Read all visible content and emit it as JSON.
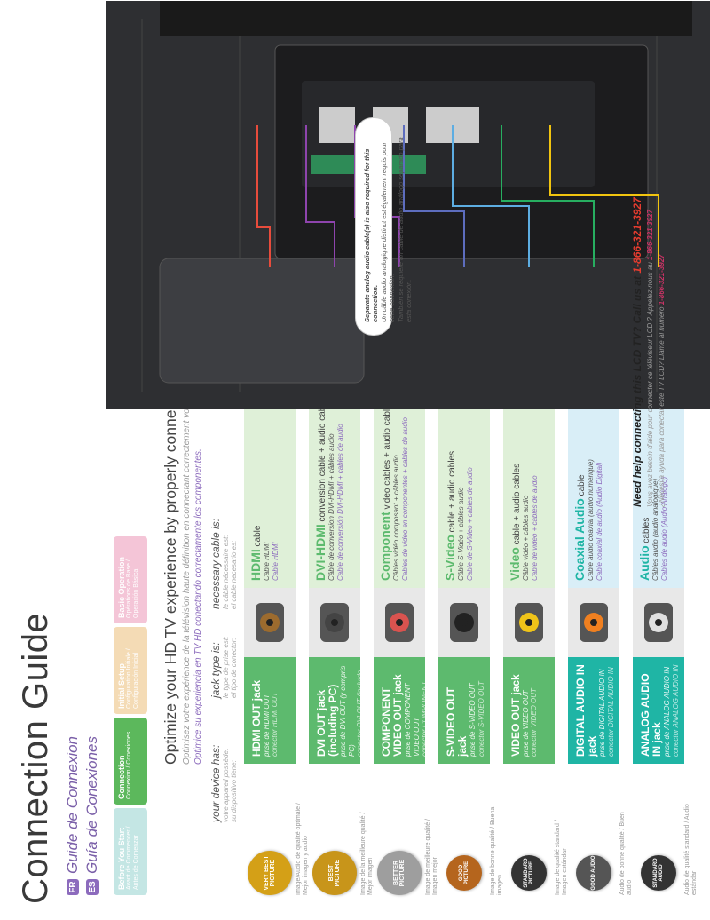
{
  "title": "Connection Guide",
  "languages": [
    {
      "flag": "FR",
      "label": "Guide de Connexion"
    },
    {
      "flag": "ES",
      "label": "Guía de Conexiones"
    }
  ],
  "nav": [
    {
      "label": "Before You Start",
      "sub": "Avant de Commencer / Antes de Comenzar",
      "color": "#7ec8c4"
    },
    {
      "label": "Connection",
      "sub": "Connexion / Conexiones",
      "color": "#5cb85c"
    },
    {
      "label": "Initial Setup",
      "sub": "Configuration Initiale / Configuración Inicial",
      "color": "#e8b05c"
    },
    {
      "label": "Basic Operation",
      "sub": "Opérations de Base / Operación Básica",
      "color": "#e87fa8"
    }
  ],
  "headline": "Optimize your HD TV experience by properly connecting your components.",
  "subhead_fr": "Optimisez votre expérience de la télévision haute définition en connectant correctement vos composants.",
  "subhead_es": "Optimice su experiencia en TV HD conectando correctamente los componentes.",
  "column_heads": {
    "device": "your device has:",
    "device_fr": "votre appareil possède:",
    "device_es": "su dispositivo tiene:",
    "jack_type": "jack type is:",
    "jack_type_fr": "le type de prise est:",
    "jack_type_es": "el tipo de conector:",
    "cable": "necessary cable is:",
    "cable_fr": "le câble nécessaire est:",
    "cable_es": "el cable necesario es:"
  },
  "rows": [
    {
      "badge": "VERY BEST PICTURE",
      "quality": "Image/Audio de qualité optimale / Mejor imagen y audio",
      "jack": "HDMI OUT jack",
      "jack_fr": "prise de HDMI OUT",
      "jack_es": "conector HDMI OUT",
      "cable_bold": "HDMI",
      "cable_rest": " cable",
      "cable_fr": "Câble HDMI",
      "cable_es": "Cable HDMI",
      "color": "#5dba6e",
      "badge_color": "#d4a017"
    },
    {
      "badge": "BEST PICTURE",
      "quality": "Image de la meilleure qualité / Mejor imagen",
      "jack": "DVI OUT jack (including PC)",
      "jack_fr": "prise de DVI OUT (y compris PC)",
      "jack_es": "conector DVI OUT (incluido PC)",
      "cable_bold": "DVI-HDMI",
      "cable_rest": " conversion cable + audio cables",
      "cable_fr": "Câble de conversion DVI-HDMI + câbles audio",
      "cable_es": "Cable de conversión DVI-HDMI + cables de audio",
      "color": "#5dba6e",
      "badge_color": "#c8951a"
    },
    {
      "badge": "BETTER PICTURE",
      "quality": "Image de meilleure qualité / Imagen mejor",
      "jack": "COMPONENT VIDEO OUT jack",
      "jack_fr": "prise de COMPONENT VIDEO OUT",
      "jack_es": "conector COMPONENT VIDEO OUT",
      "cable_bold": "Component",
      "cable_rest": " video cables + audio cables",
      "cable_fr": "Câbles vidéo composant + câbles audio",
      "cable_es": "Cables de video en componentes + cables de audio",
      "color": "#5dba6e",
      "badge_color": "#9e9e9e"
    },
    {
      "badge": "GOOD PICTURE",
      "quality": "Image de bonne qualité / Buena imagen",
      "jack": "S-VIDEO OUT jack",
      "jack_fr": "prise de S-VIDEO OUT",
      "jack_es": "conector S-VIDEO OUT",
      "cable_bold": "S-Video",
      "cable_rest": " cable + audio cables",
      "cable_fr": "Câble S-Vidéo + câbles audio",
      "cable_es": "Cable de S-Video + cables de audio",
      "color": "#5dba6e",
      "badge_color": "#b5651d"
    },
    {
      "badge": "STANDARD PICTURE",
      "quality": "Image de qualité standard / Imagen estándar",
      "jack": "VIDEO OUT jack",
      "jack_fr": "prise de VIDEO OUT",
      "jack_es": "conector VIDEO OUT",
      "cable_bold": "Video",
      "cable_rest": " cable + audio cables",
      "cable_fr": "Câble vidéo + câbles audio",
      "cable_es": "Cable de video + cables de audio",
      "color": "#5dba6e",
      "badge_color": "#333333"
    },
    {
      "badge": "GOOD AUDIO",
      "quality": "Audio de bonne qualité / Buen audio",
      "jack": "DIGITAL AUDIO IN jack",
      "jack_fr": "prise de DIGITAL AUDIO IN",
      "jack_es": "conector DIGITAL AUDIO IN",
      "cable_bold": "Coaxial Audio",
      "cable_rest": " cable",
      "cable_fr": "Câble audio coaxial (audio numérique)",
      "cable_es": "Cable coaxial de audio (Audio Digital)",
      "color": "#1fb5a5",
      "badge_color": "#555555"
    },
    {
      "badge": "STANDARD AUDIO",
      "quality": "Audio de qualité standard / Audio estándar",
      "jack": "ANALOG AUDIO IN jack",
      "jack_fr": "prise de ANALOG AUDIO IN",
      "jack_es": "conector ANALOG AUDIO IN",
      "cable_bold": "Audio",
      "cable_rest": " cables",
      "cable_fr": "Câbles audio (audio analogique)",
      "cable_es": "Cables de audio (Audio Análogo)",
      "color": "#1fb5a5",
      "badge_color": "#333333"
    }
  ],
  "help": {
    "text": "Need help connecting this LCD TV? Call us at ",
    "phone": "1-866-321-3927",
    "fr": "Vous avez besoin d'aide pour connecter ce téléviseur LCD ? Appelez-nous au ",
    "es": "¿Necesita ayuda para conectar este TV LCD? Llame al número "
  },
  "note": {
    "text": "Separate analog audio cable(s) is also required for this connection.",
    "fr": "Un câble audio analogique distinct est également requis pour cette connexion.",
    "es": "También se requiere un cable de audio análogo separado para esta conexión."
  }
}
